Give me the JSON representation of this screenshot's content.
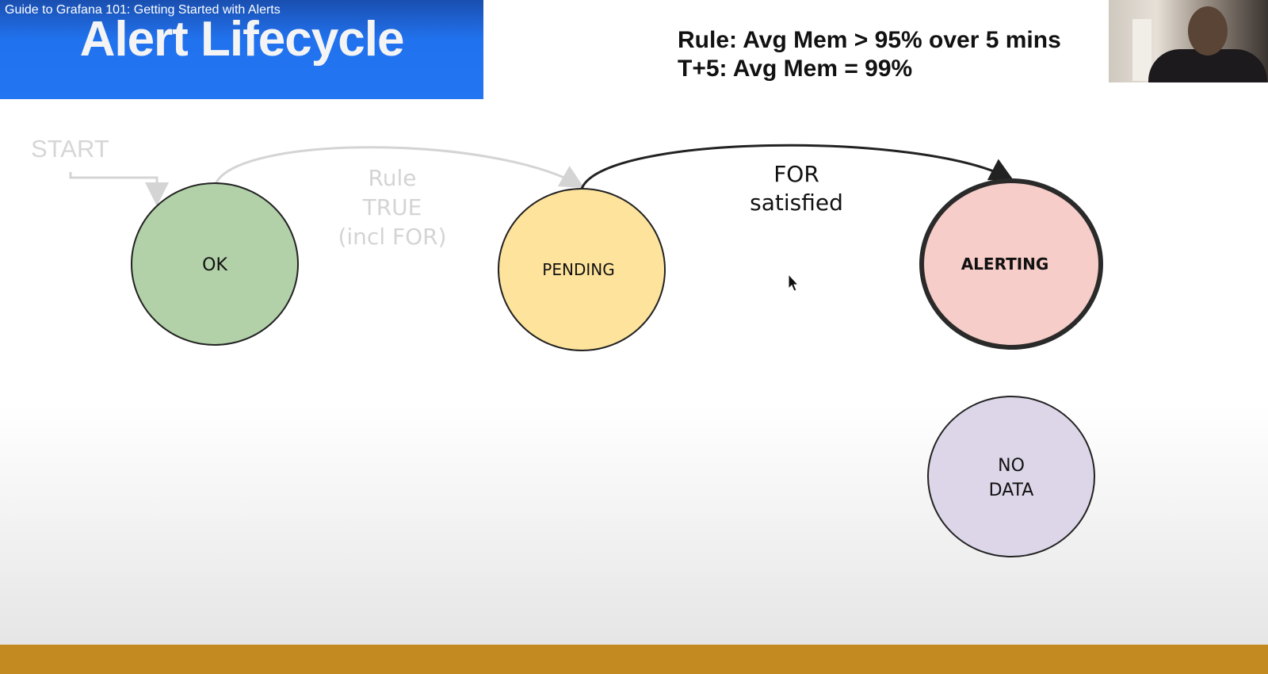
{
  "video_title": "Guide to Grafana 101: Getting Started with Alerts",
  "slide": {
    "title": "Alert Lifecycle",
    "rule_line": "Rule: Avg Mem > 95% over 5 mins",
    "status_line": "T+5: Avg Mem = 99%"
  },
  "diagram": {
    "start_label": "START",
    "transition_rule": [
      "Rule",
      "TRUE",
      "(incl FOR)"
    ],
    "transition_for": [
      "FOR",
      "satisfied"
    ],
    "states": {
      "ok": {
        "label": "OK",
        "color": "#b2d1a8"
      },
      "pending": {
        "label": "PENDING",
        "color": "#fde39c"
      },
      "alerting": {
        "label": "ALERTING",
        "color": "#f6cdc8"
      },
      "nodata": {
        "label_line1": "NO",
        "label_line2": "DATA",
        "color": "#ddd6e8"
      }
    }
  },
  "colors": {
    "title_blue": "#2375f2",
    "footer_gold": "#c48a22"
  }
}
